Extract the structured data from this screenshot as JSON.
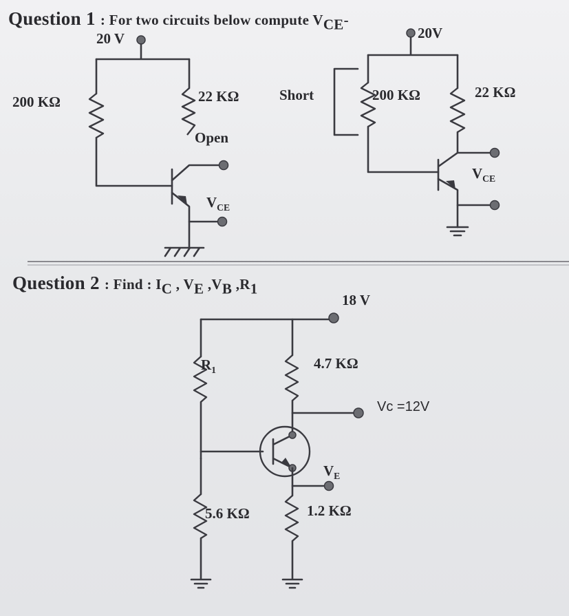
{
  "question1": {
    "title": "Question 1",
    "text": ": For two circuits below compute V",
    "sub": "CE",
    "tail": "-",
    "circuit_a": {
      "supply": "20 V",
      "rb": "200 KΩ",
      "rc": "22 KΩ",
      "rc_state": "Open",
      "vce": "V",
      "vce_sub": "CE"
    },
    "circuit_b": {
      "supply": "20V",
      "rb_state": "Short",
      "rb": "200 KΩ",
      "rc": "22 KΩ",
      "vce": "V",
      "vce_sub": "CE"
    }
  },
  "question2": {
    "title": "Question 2",
    "text": ": Find  : I",
    "ic_sub": "C",
    "ve": " , V",
    "ve_sub": "E",
    "vb": " ,V",
    "vb_sub": "B",
    "r1": " ,R",
    "r1_sub": "1",
    "supply": "18 V",
    "r1_label": "R",
    "r1_label_sub": "1",
    "rc": "4.7 KΩ",
    "vc": "Vc =12V",
    "r2": "5.6 KΩ",
    "re": "1.2 KΩ",
    "ve_label": "V",
    "ve_label_sub": "E"
  }
}
